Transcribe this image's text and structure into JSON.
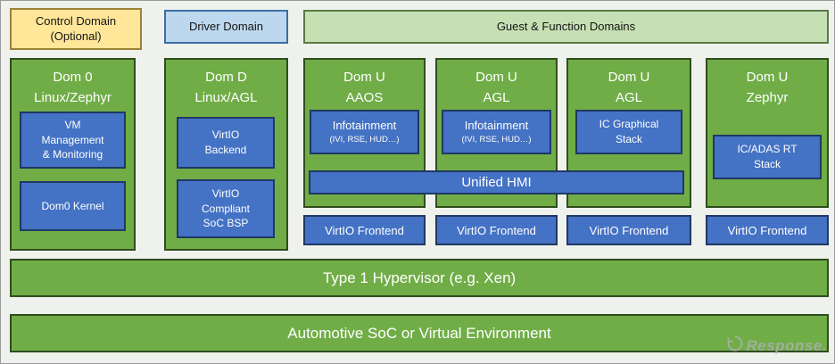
{
  "colors": {
    "domain_green": "#70ad47",
    "component_blue": "#4472c4",
    "control_domain_yellow": "#ffe699",
    "driver_domain_blue": "#bdd7ee",
    "guest_domains_green": "#c6e0b4",
    "background_gray": "#eff1ec"
  },
  "headers": {
    "control": "Control Domain\n(Optional)",
    "driver": "Driver Domain",
    "guest": "Guest & Function Domains"
  },
  "domains": [
    {
      "title": "Dom 0\nLinux/Zephyr",
      "boxes": [
        {
          "label": "VM\nManagement\n& Monitoring"
        },
        {
          "label": "Dom0 Kernel"
        }
      ]
    },
    {
      "title": "Dom D\nLinux/AGL",
      "boxes": [
        {
          "label": "VirtIO\nBackend"
        },
        {
          "label": "VirtIO\nCompliant\nSoC BSP"
        }
      ]
    },
    {
      "title": "Dom U\nAAOS",
      "boxes": [
        {
          "label": "Infotainment",
          "sublabel": "(IVI, RSE, HUD…)"
        }
      ]
    },
    {
      "title": "Dom U\nAGL",
      "boxes": [
        {
          "label": "Infotainment",
          "sublabel": "(IVI, RSE, HUD…)"
        }
      ]
    },
    {
      "title": "Dom U\nAGL",
      "boxes": [
        {
          "label": "IC Graphical\nStack"
        }
      ]
    },
    {
      "title": "Dom U\nZephyr",
      "boxes": [
        {
          "label": "IC/ADAS RT\nStack"
        }
      ]
    }
  ],
  "unified_hmi": "Unified HMI",
  "virtio_frontends": [
    "VirtIO Frontend",
    "VirtIO Frontend",
    "VirtIO Frontend",
    "VirtIO Frontend"
  ],
  "hypervisor": "Type 1 Hypervisor (e.g. Xen)",
  "soc_layer": "Automotive SoC or Virtual Environment",
  "watermark": "Response."
}
